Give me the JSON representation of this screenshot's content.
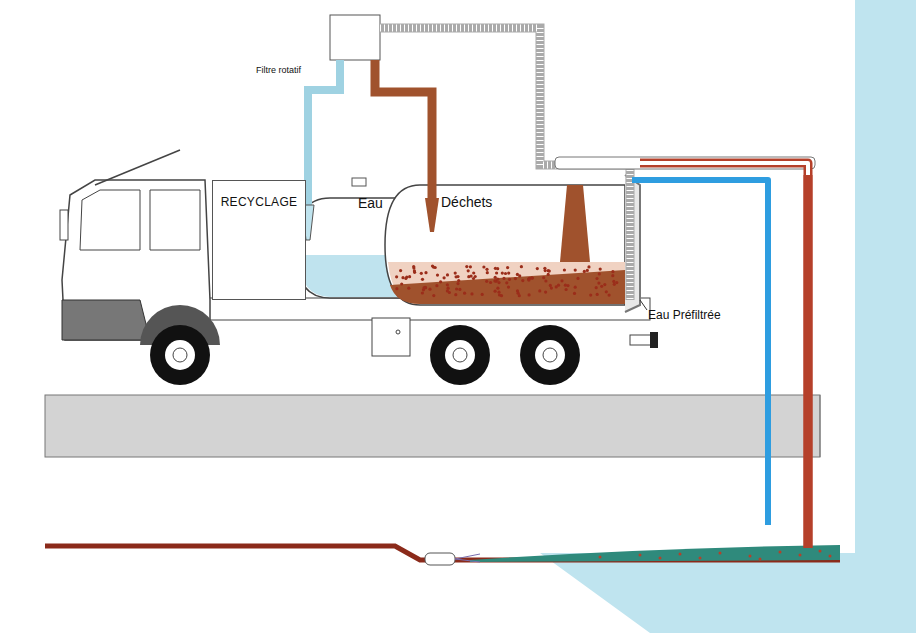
{
  "diagram": {
    "nodes": [
      {
        "text": [
          "RECYCLAGE"
        ]
      }
    ],
    "edges": [],
    "labels": [
      "Filtre rotatif",
      "Eau",
      "Déchets",
      "Eau Préfiltrée"
    ]
  }
}
